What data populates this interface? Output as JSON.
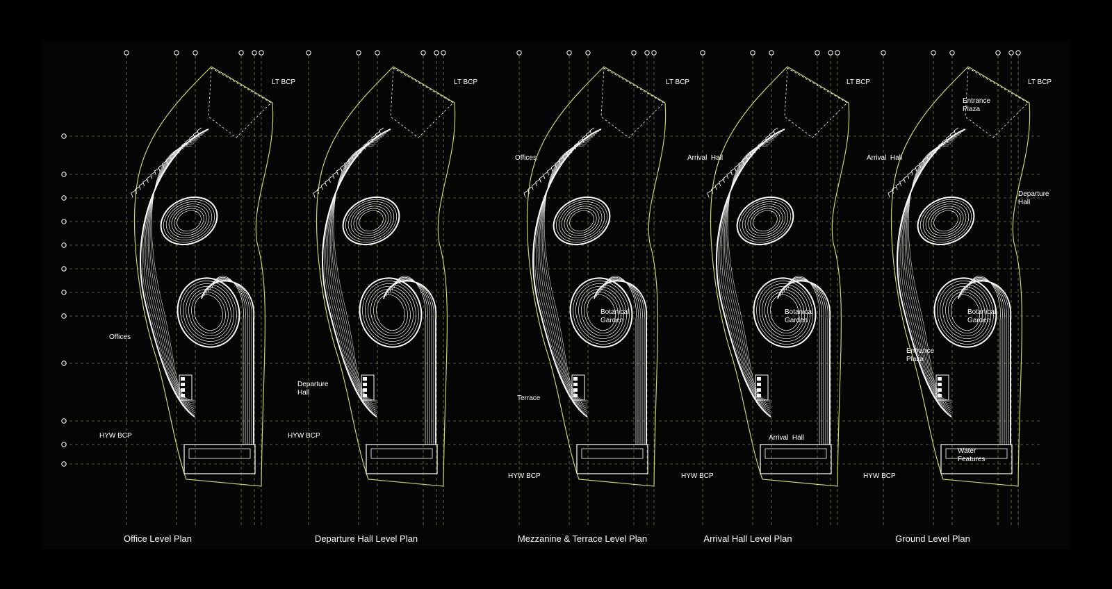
{
  "colors": {
    "background": "#000000",
    "panel": "#050505",
    "gridline": "#9aa84a",
    "boundary": "#c4d96a",
    "linework": "#ffffff"
  },
  "plans": [
    {
      "title": "Office Level Plan",
      "labels": {
        "lt": "LT BCP",
        "hyw": "HYW BCP",
        "offices": "Offices"
      }
    },
    {
      "title": "Departure Hall Level Plan",
      "labels": {
        "lt": "LT BCP",
        "hyw": "HYW BCP",
        "departure": "Departure\nHall"
      }
    },
    {
      "title": "Mezzanine & Terrace Level Plan",
      "labels": {
        "lt": "LT BCP",
        "hyw": "HYW BCP",
        "offices": "Offices",
        "botanical": "Botanical\nGarden",
        "terrace": "Terrace"
      }
    },
    {
      "title": "Arrival Hall Level Plan",
      "labels": {
        "lt": "LT BCP",
        "hyw": "HYW BCP",
        "arrival_top": "Arrival  Hall",
        "botanical": "Botanical\nGarden",
        "arrival_bottom": "Arrival  Hall"
      }
    },
    {
      "title": "Ground Level Plan",
      "labels": {
        "lt": "LT BCP",
        "hyw": "HYW BCP",
        "entrance_top": "Entrance\nPlaza",
        "arrival": "Arrival  Hall",
        "departure": "Departure\nHall",
        "botanical": "Botanical\nGarden",
        "entrance_mid": "Entrance\nPlaza",
        "water": "Water\nFeatures"
      }
    }
  ]
}
